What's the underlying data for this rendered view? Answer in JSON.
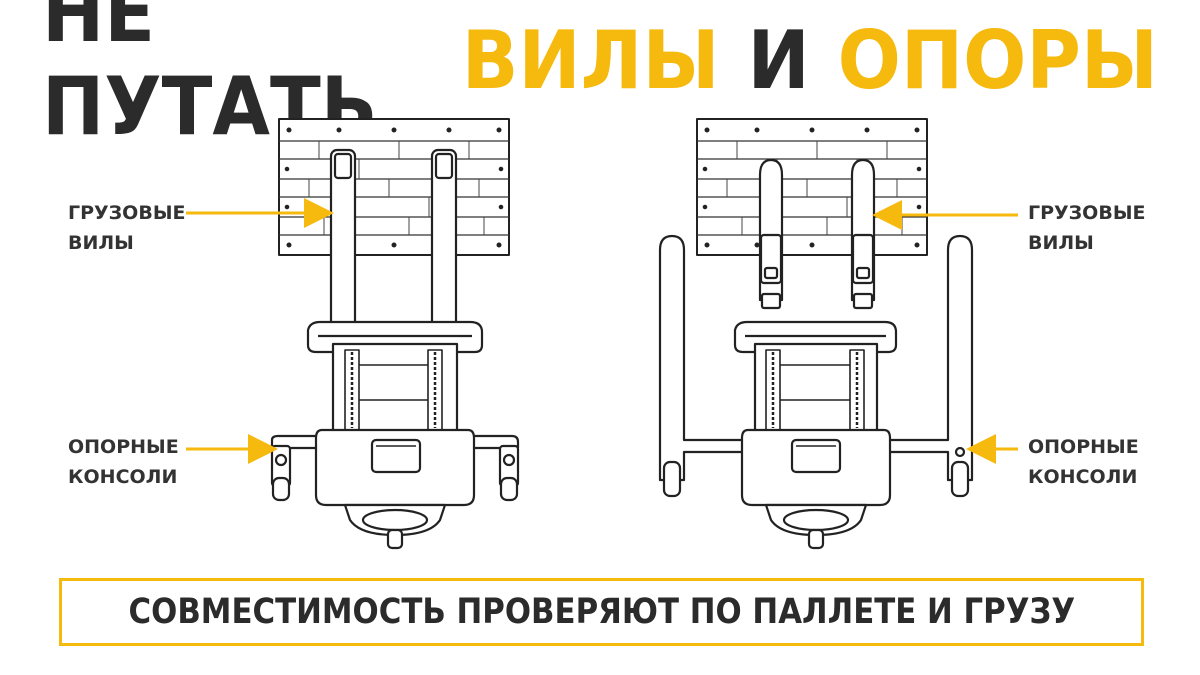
{
  "title": {
    "words": [
      "НЕ ПУТАТЬ",
      "ВИЛЫ",
      "И",
      "ОПОРЫ"
    ]
  },
  "labels": {
    "left_forks": [
      "ГРУЗОВЫЕ",
      "ВИЛЫ"
    ],
    "left_supports": [
      "ОПОРНЫЕ",
      "КОНСОЛИ"
    ],
    "right_forks": [
      "ГРУЗОВЫЕ",
      "ВИЛЫ"
    ],
    "right_supports": [
      "ОПОРНЫЕ",
      "КОНСОЛИ"
    ]
  },
  "footer": {
    "text": "СОВМЕСТИМОСТЬ ПРОВЕРЯЮТ ПО ПАЛЛЕТЕ И ГРУЗУ"
  },
  "colors": {
    "accent": "#f6b90e",
    "text_dark": "#2b2b2b",
    "line": "#222222"
  }
}
